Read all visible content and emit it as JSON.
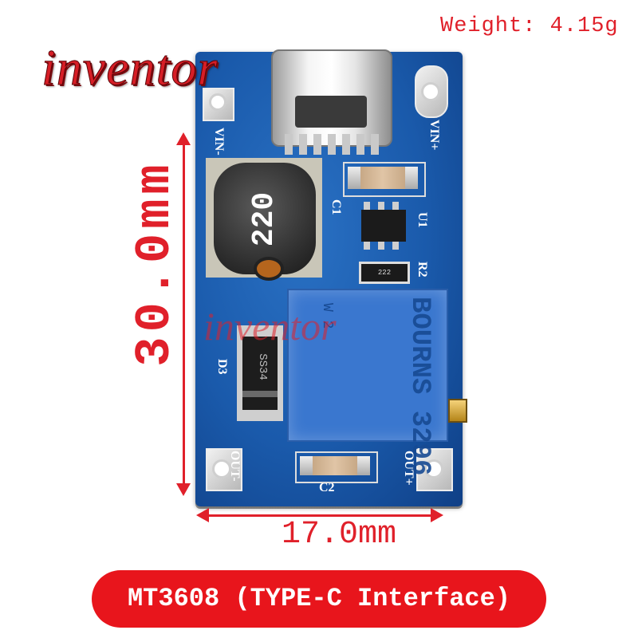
{
  "watermark_brand": "inventor",
  "weight_label": "Weight: 4.15g",
  "dimensions": {
    "height_label": "30.0mm",
    "width_label": "17.0mm"
  },
  "banner": {
    "text": "MT3608 (TYPE-C Interface)",
    "color": "#e8151c"
  },
  "board": {
    "pcb_color": "#1a5aab",
    "silkscreen": {
      "vin_minus": "VIN-",
      "vin_plus": "VIN+",
      "out_minus": "OUT-",
      "out_plus": "OUT+",
      "c1": "C1",
      "c2": "C2",
      "u1": "U1",
      "r2": "R2",
      "d3": "D3"
    },
    "inductor_marking": "220",
    "diode_marking": "SS34",
    "resistor_marking": "222",
    "potentiometer_marking": "BOURNS 3296",
    "potentiometer_sub_marking": "W 2"
  }
}
